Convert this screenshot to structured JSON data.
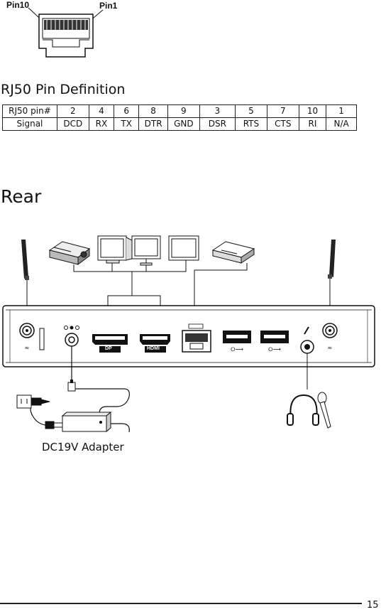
{
  "connector": {
    "left_label": "Pin10",
    "right_label": "Pin1"
  },
  "pin_section": {
    "title": "RJ50 Pin Definition"
  },
  "pin_table": {
    "rows": [
      [
        "RJ50 pin#",
        "2",
        "4",
        "6",
        "8",
        "9",
        "3",
        "5",
        "7",
        "10",
        "1"
      ],
      [
        "Signal",
        "DCD",
        "RX",
        "TX",
        "DTR",
        "GND",
        "DSR",
        "RTS",
        "CTS",
        "RI",
        "N/A"
      ]
    ]
  },
  "rear_section": {
    "title": "Rear"
  },
  "ports": {
    "dp_label": "DP",
    "hdmi_label": "HDMI"
  },
  "adapter": {
    "caption": "DC19V Adapter"
  },
  "footer": {
    "page_number": "15"
  }
}
